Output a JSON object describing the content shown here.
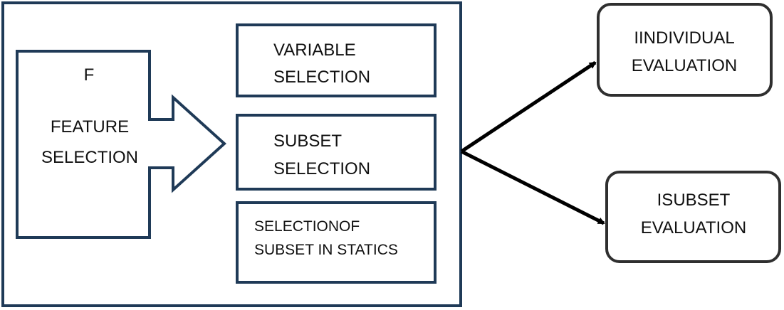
{
  "diagram": {
    "feature_arrow": {
      "line1": "F",
      "line2": "FEATURE",
      "line3": "SELECTION"
    },
    "variable_selection": {
      "line1": "VARIABLE",
      "line2": "SELECTION"
    },
    "subset_selection": {
      "line1": "SUBSET",
      "line2": "SELECTION"
    },
    "selection_of_subset": {
      "line1": "SELECTIONOF",
      "line2": "SUBSET IN STATICS"
    },
    "individual_evaluation": {
      "line1": "IINDIVIDUAL",
      "line2": "EVALUATION"
    },
    "subset_evaluation": {
      "line1": "ISUBSET",
      "line2": "EVALUATION"
    }
  },
  "colors": {
    "navy_stroke": "#1f3a57",
    "dark_stroke": "#2f2f2f",
    "connector": "#000000",
    "text": "#111111"
  }
}
